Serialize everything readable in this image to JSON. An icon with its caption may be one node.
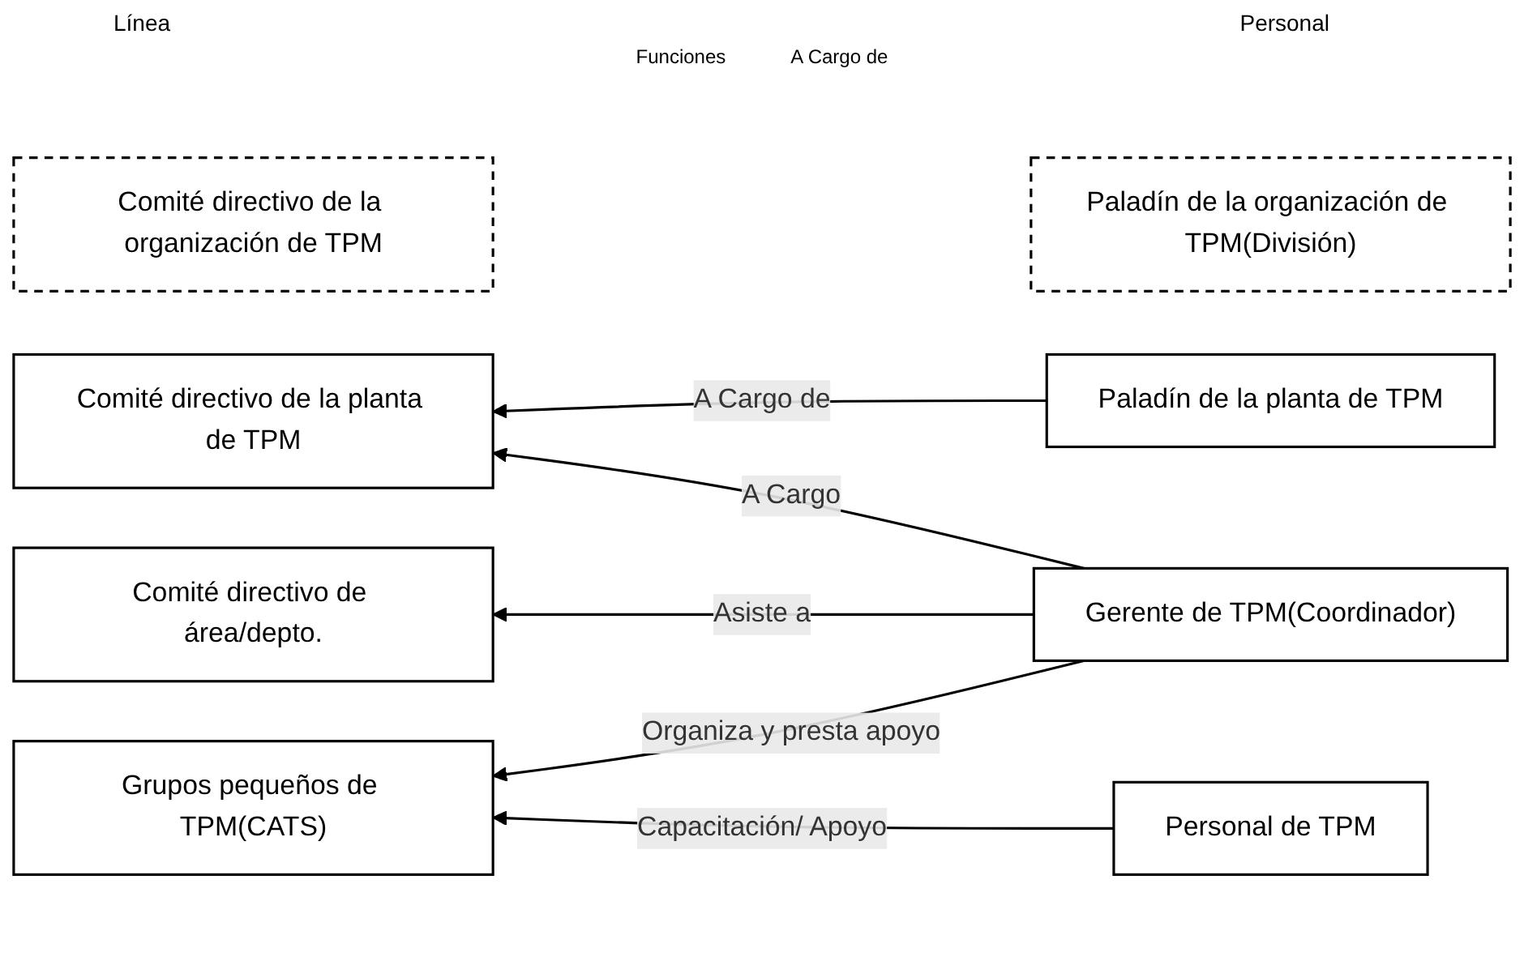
{
  "diagram": {
    "nodes": [
      {
        "text": [
          "Comité directivo de la organización de TPM"
        ]
      },
      {
        "text": [
          "Paladín de la organización de TPM(División)"
        ]
      },
      {
        "text": [
          "Comité directivo de la planta de TPM"
        ]
      },
      {
        "text": [
          "Paladín de la planta de TPM"
        ]
      },
      {
        "text": [
          "Comité directivo de área/depto."
        ]
      },
      {
        "text": [
          "Gerente de TPM(Coordinador)"
        ]
      },
      {
        "text": [
          "Grupos pequeños de TPM(CATS)"
        ]
      },
      {
        "text": [
          "Personal de TPM"
        ]
      }
    ],
    "edges": [
      {
        "from": 3,
        "to": 2,
        "arrow": "to",
        "label": "A Cargo de"
      },
      {
        "from": 5,
        "to": 2,
        "arrow": "to",
        "label": "A Cargo"
      },
      {
        "from": 5,
        "to": 4,
        "arrow": "to",
        "label": "Asiste a"
      },
      {
        "from": 5,
        "to": 6,
        "arrow": "to",
        "label": "Organiza y presta apoyo"
      },
      {
        "from": 7,
        "to": 6,
        "arrow": "to",
        "label": "Capacitación/ Apoyo"
      }
    ],
    "labels": [
      "Línea",
      "Personal",
      "Funciones",
      "A Cargo de"
    ]
  }
}
